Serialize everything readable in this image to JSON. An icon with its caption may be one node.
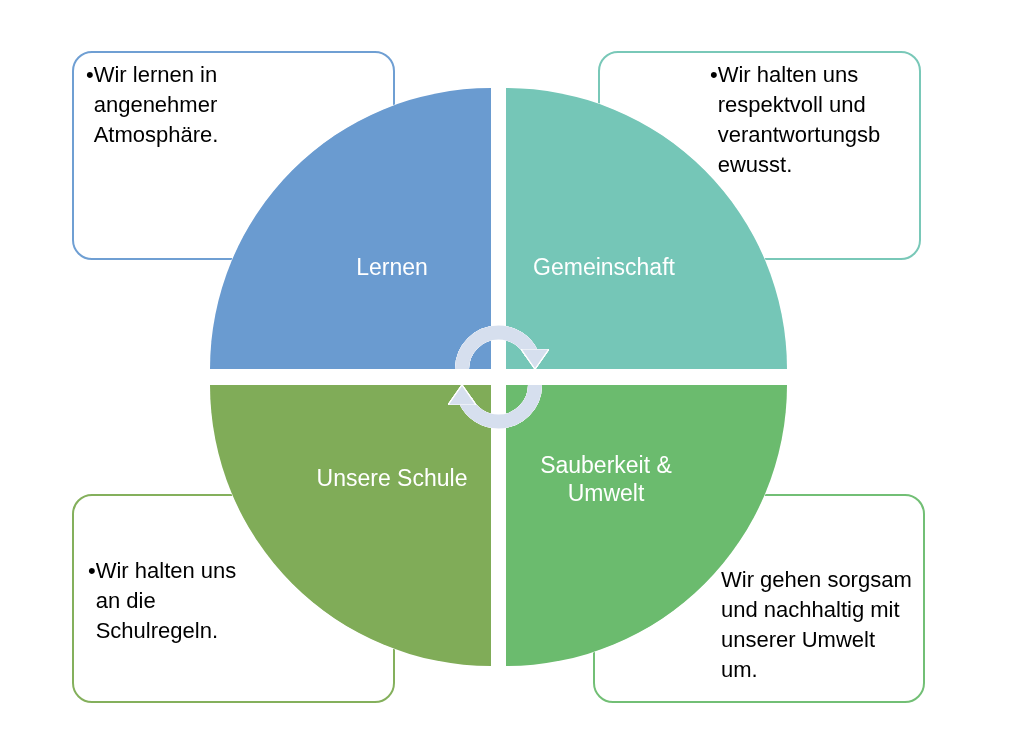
{
  "diagram": {
    "nodes": [
      {
        "text": [
          "•Wir lernen in angenehmer Atmosphäre."
        ]
      },
      {
        "text": [
          "•Wir halten uns respektvoll und verantwortungsbewusst."
        ]
      },
      {
        "text": [
          "Lernen"
        ]
      },
      {
        "text": [
          "Gemeinschaft"
        ]
      },
      {
        "text": [
          "Unsere Schule"
        ]
      },
      {
        "text": [
          "Sauberkeit & Umwelt"
        ]
      },
      {
        "text": [
          "•Wir halten uns an die Schulregeln."
        ]
      },
      {
        "text": [
          "Wir gehen sorgsam und nachhaltig mit unserer Umwelt um."
        ]
      }
    ],
    "edges": [
      {
        "from": 2,
        "to": 3,
        "arrow": "to"
      },
      {
        "from": 5,
        "to": 4,
        "arrow": "to"
      }
    ]
  }
}
